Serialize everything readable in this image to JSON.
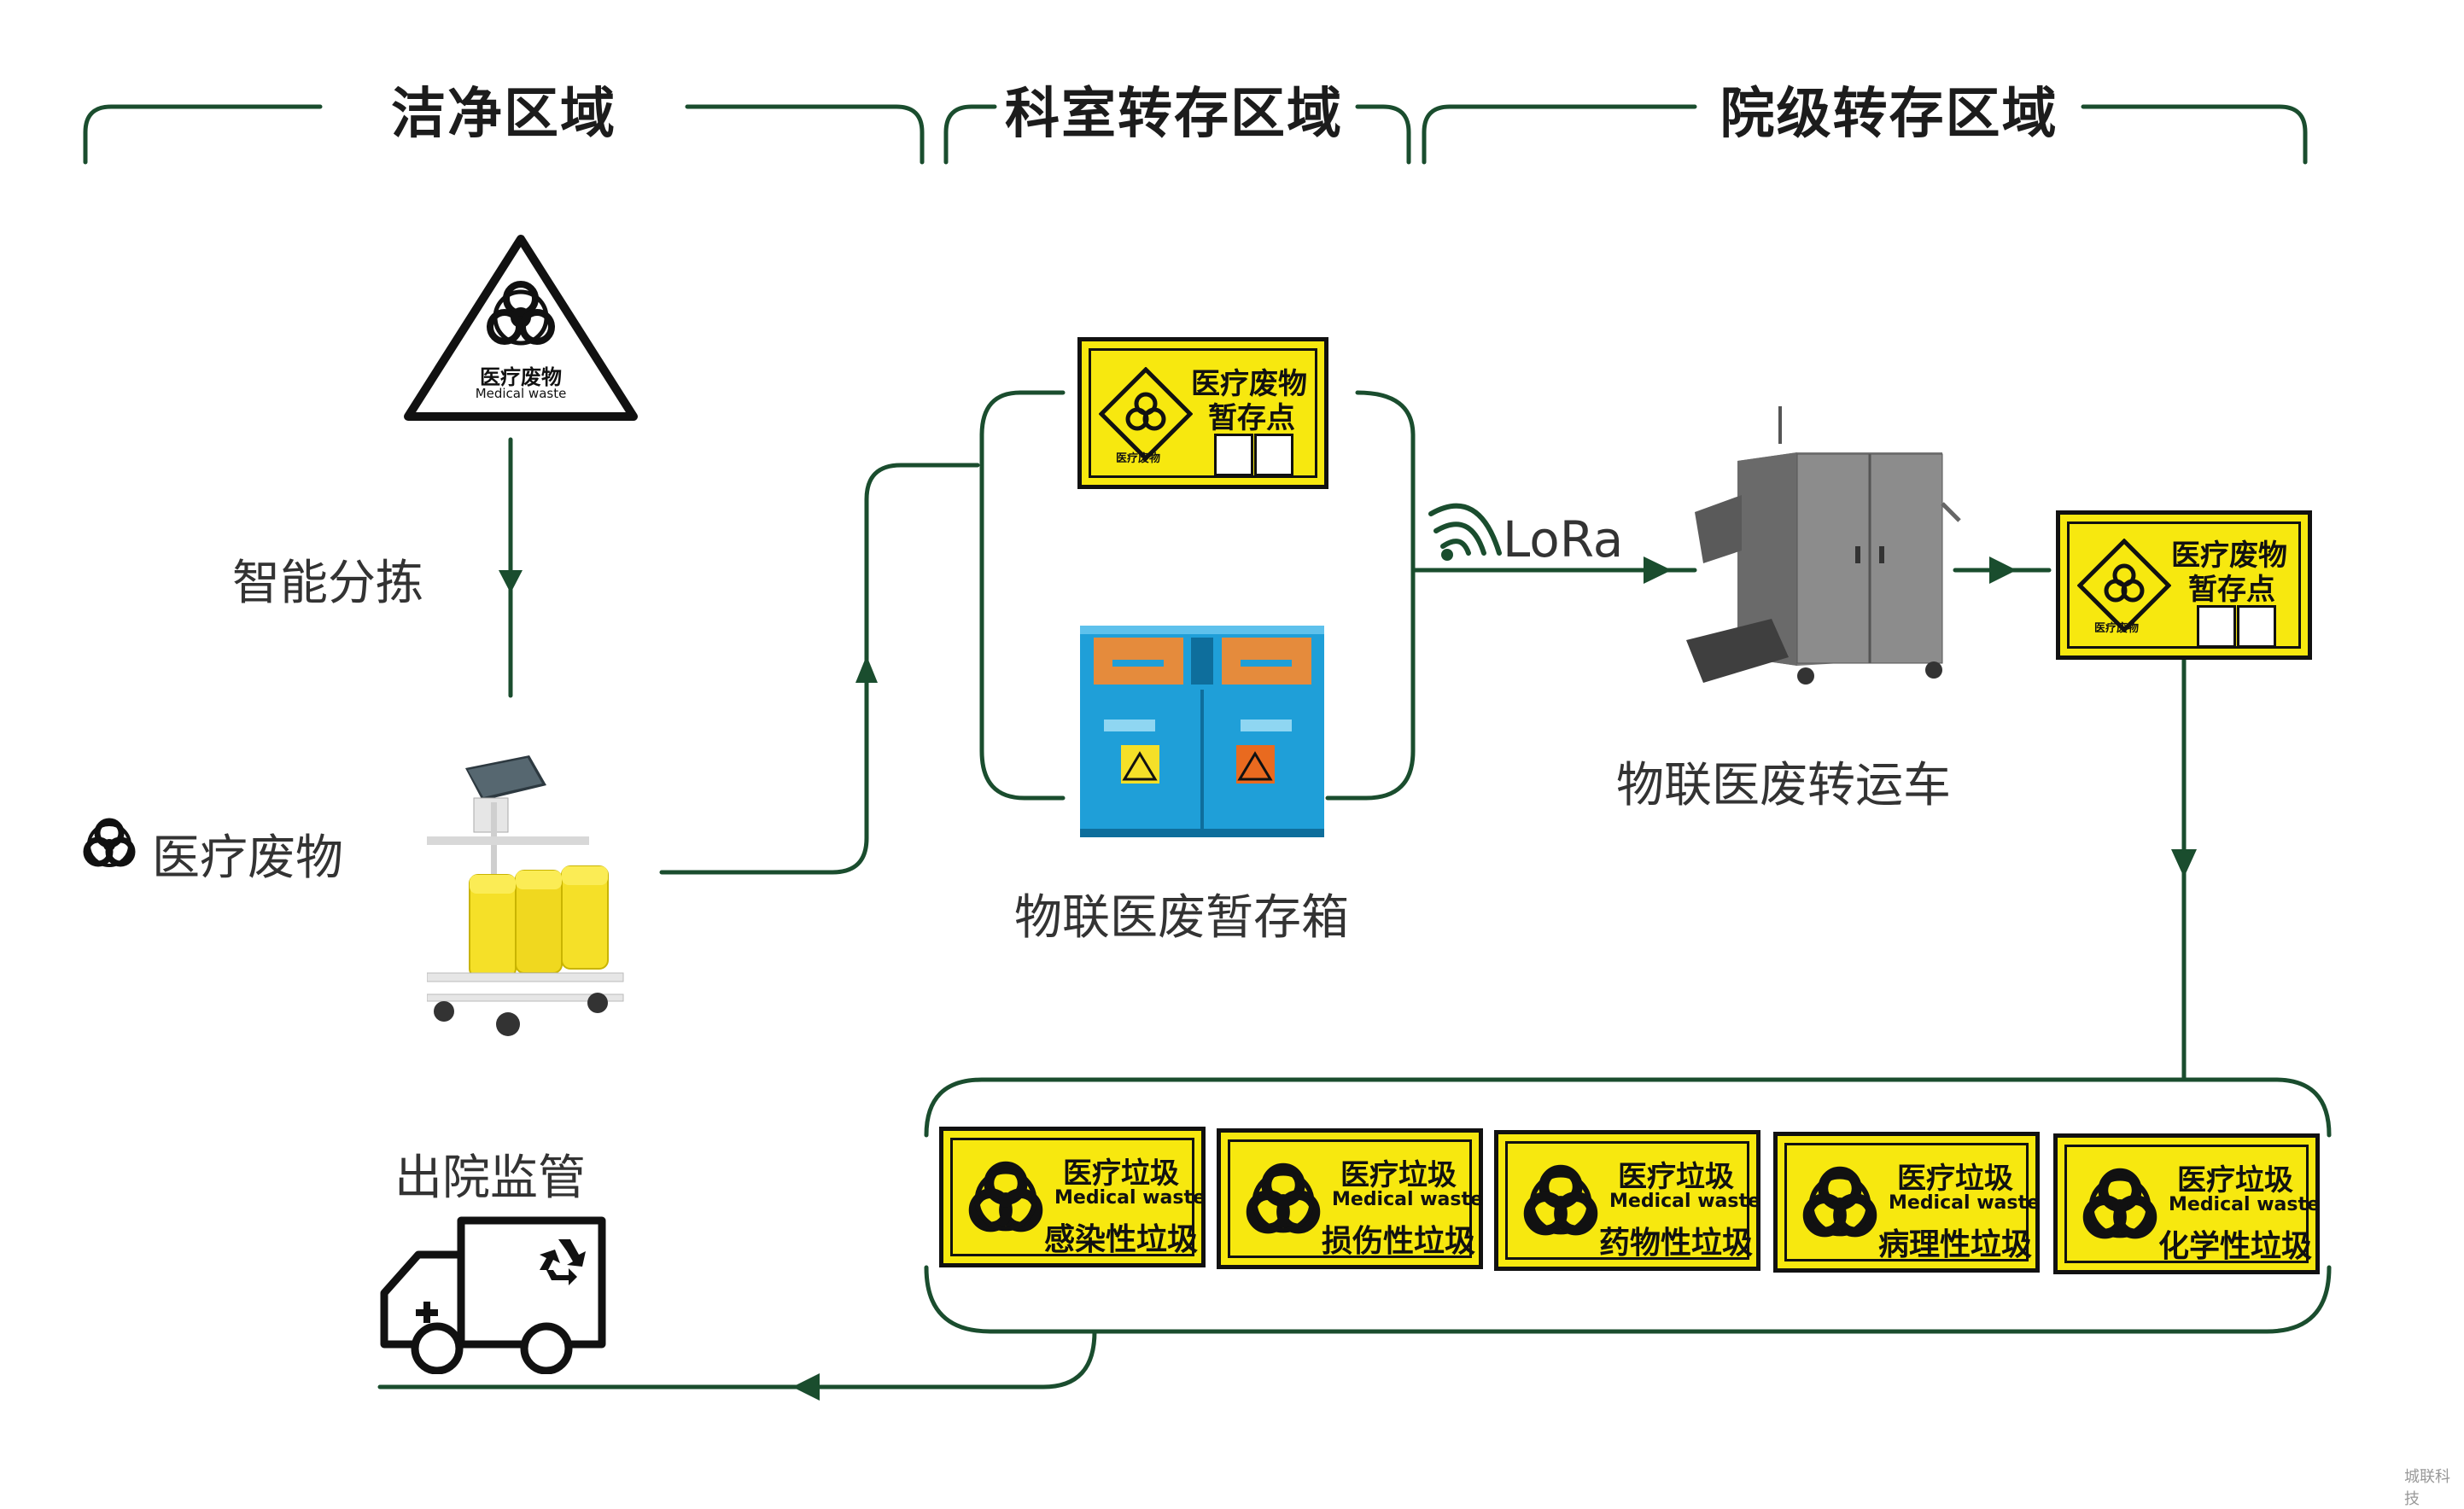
{
  "zones": {
    "clean": "洁净区域",
    "department": "科室转存区域",
    "hospital": "院级转存区域"
  },
  "labels": {
    "sorting": "智能分拣",
    "medical_waste": "医疗废物",
    "storage_box": "物联医废暂存箱",
    "lora": "LoRa",
    "transport_cart": "物联医废转运车",
    "exit_supervision": "出院监管"
  },
  "warning_triangle": {
    "cn": "医疗废物",
    "en": "Medical waste"
  },
  "storage_sign": {
    "line1": "医疗废物",
    "line2": "暂存点",
    "badge_cn": "医疗废物"
  },
  "category_signs": [
    {
      "title": "医疗垃圾",
      "en": "Medical waste",
      "type": "感染性垃圾"
    },
    {
      "title": "医疗垃圾",
      "en": "Medical waste",
      "type": "损伤性垃圾"
    },
    {
      "title": "医疗垃圾",
      "en": "Medical waste",
      "type": "药物性垃圾"
    },
    {
      "title": "医疗垃圾",
      "en": "Medical waste",
      "type": "病理性垃圾"
    },
    {
      "title": "医疗垃圾",
      "en": "Medical waste",
      "type": "化学性垃圾"
    }
  ],
  "watermark": "城联科技",
  "colors": {
    "line": "#1a4d2e",
    "sign_yellow": "#f7e80f",
    "cabinet_blue": "#1f9fd8",
    "cart_gray": "#8a8a8a"
  }
}
